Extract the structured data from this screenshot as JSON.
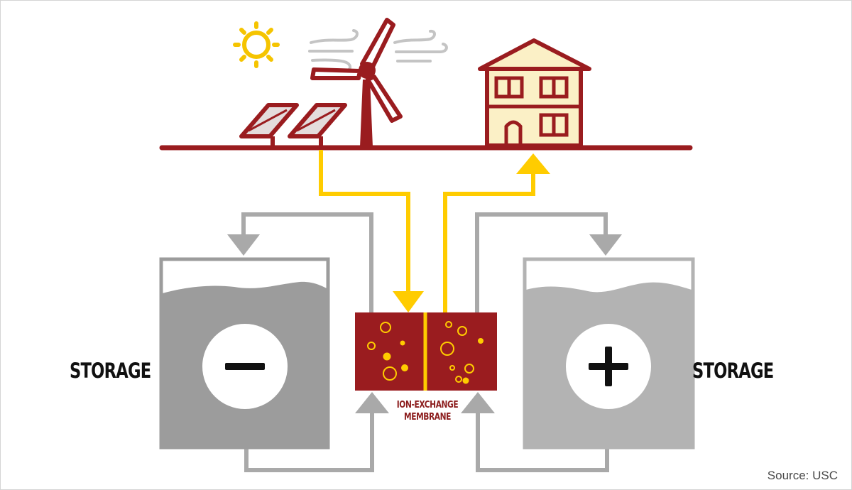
{
  "labels": {
    "storage_left": "STORAGE",
    "storage_right": "STORAGE",
    "membrane_line1": "ION-EXCHANGE",
    "membrane_line2": "MEMBRANE",
    "source": "Source: USC"
  },
  "icons": {
    "sun": "sun-icon",
    "wind": "wind-gust-icon",
    "turbine": "wind-turbine-icon",
    "solar": "solar-panel-icon",
    "house": "house-icon",
    "minus": "minus-icon",
    "plus": "plus-icon"
  },
  "colors": {
    "maroon": "#9a1c1f",
    "gold": "#ffcc00",
    "sun": "#f5c400",
    "cream": "#fbf0c6",
    "gray_dark": "#9c9c9c",
    "gray_light": "#b3b3b3",
    "pipe": "#a9a9a9",
    "wind": "#c4c4c4"
  }
}
